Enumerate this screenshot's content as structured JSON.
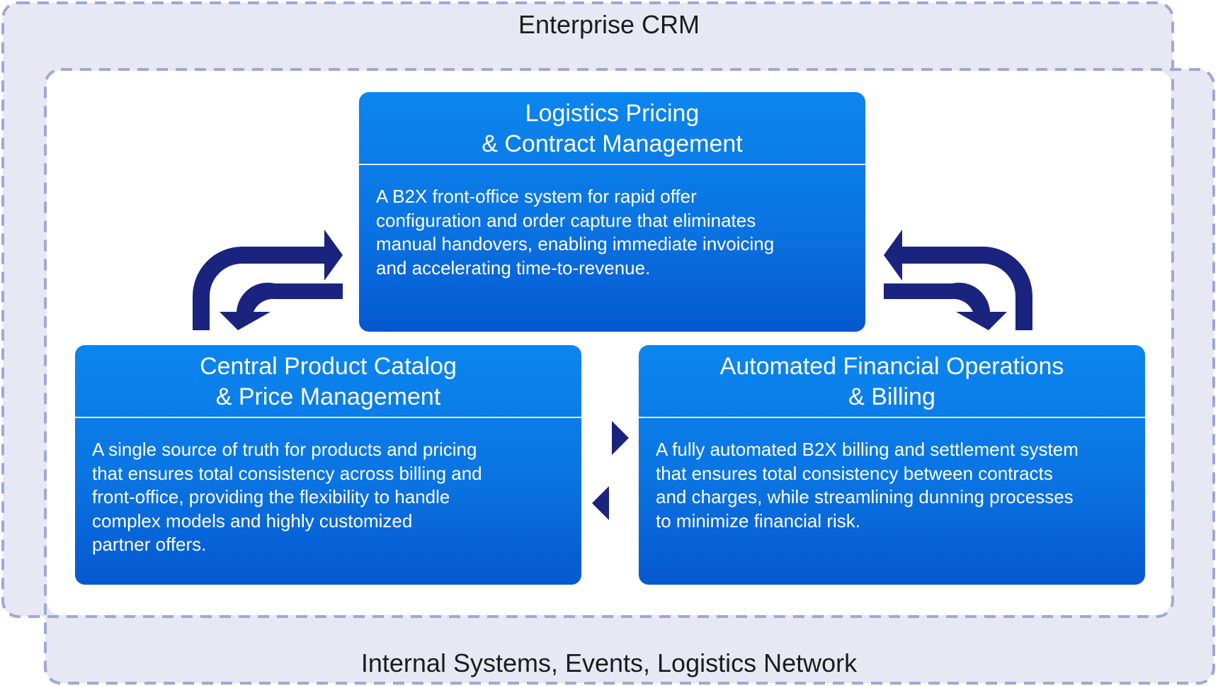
{
  "regions": {
    "outer_top": "Enterprise CRM",
    "outer_bottom": "Internal Systems, Events, Logistics Network"
  },
  "boxes": {
    "top": {
      "title_line1": "Logistics Pricing",
      "title_line2": "& Contract Management",
      "description": "A B2X front-office system for rapid offer\nconfiguration and order capture that eliminates\nmanual handovers, enabling immediate invoicing\nand accelerating time-to-revenue."
    },
    "left": {
      "title_line1": "Central Product Catalog",
      "title_line2": "& Price Management",
      "description": "A single source of truth for products and pricing\nthat ensures total consistency across billing and\nfront-office, providing the flexibility to handle\ncomplex models and highly customized\npartner offers."
    },
    "right": {
      "title_line1": "Automated Financial Operations",
      "title_line2": "& Billing",
      "description": "A fully automated B2X billing and settlement system\nthat ensures total consistency between contracts\nand charges, while streamlining dunning processes\nto minimize financial risk."
    }
  },
  "colors": {
    "box_blue": "#0a74e2",
    "arrow_navy": "#1a237e",
    "region_fill": "#e7e8f4",
    "region_border": "#9fa8d6"
  }
}
